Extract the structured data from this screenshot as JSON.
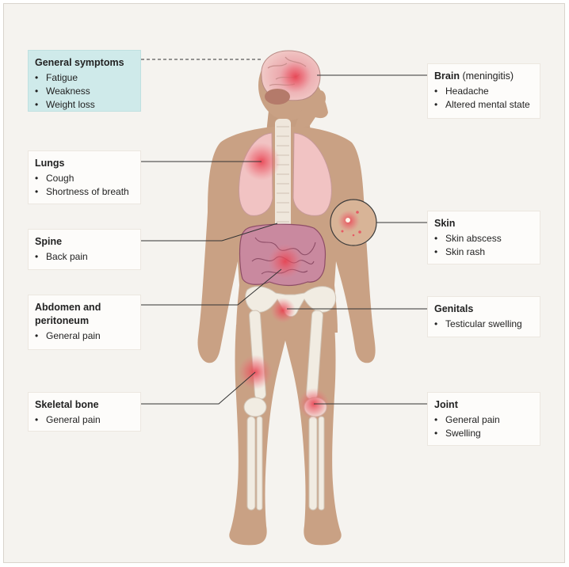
{
  "general": {
    "title": "General symptoms",
    "items": [
      "Fatigue",
      "Weakness",
      "Weight loss"
    ]
  },
  "brain": {
    "title": "Brain",
    "subtitle": "(meningitis)",
    "items": [
      "Headache",
      "Altered mental state"
    ]
  },
  "lungs": {
    "title": "Lungs",
    "items": [
      "Cough",
      "Shortness of breath"
    ]
  },
  "spine": {
    "title": "Spine",
    "items": [
      "Back pain"
    ]
  },
  "skin": {
    "title": "Skin",
    "items": [
      "Skin abscess",
      "Skin rash"
    ]
  },
  "abdomen": {
    "title": "Abdomen and peritoneum",
    "items": [
      "General pain"
    ]
  },
  "genitals": {
    "title": "Genitals",
    "items": [
      "Testicular swelling"
    ]
  },
  "skeletal": {
    "title": "Skeletal bone",
    "items": [
      "General pain"
    ]
  },
  "joint": {
    "title": "Joint",
    "items": [
      "General pain",
      "Swelling"
    ]
  },
  "colors": {
    "skin_tone": "#c9a184",
    "lung": "#f1c3c3",
    "intestine": "#c9899f",
    "bone": "#f1ece2",
    "hotspot": "#e8404f",
    "general_box": "#cfeaea",
    "line": "#333333"
  }
}
